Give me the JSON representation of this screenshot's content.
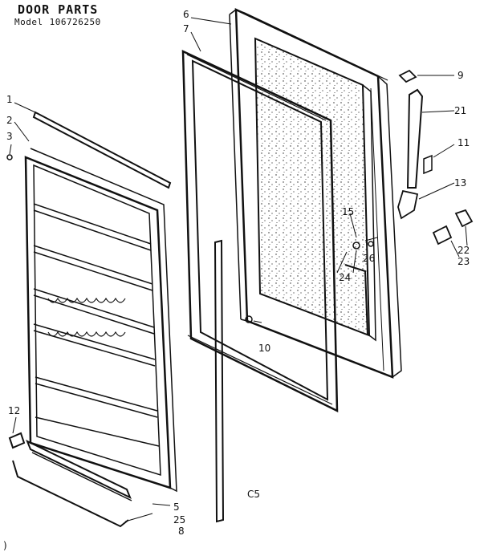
{
  "header": {
    "title": "DOOR PARTS",
    "model_label": "Model",
    "model_number": "106726250"
  },
  "callouts": {
    "c1": "1",
    "c2": "2",
    "c3": "3",
    "c5": "5",
    "c6": "6",
    "c7": "7",
    "c8": "8",
    "c9": "9",
    "c10": "10",
    "c11": "11",
    "c12": "12",
    "c13": "13",
    "c15": "15",
    "c21": "21",
    "c22": "22",
    "c23": "23",
    "c24": "24",
    "c25": "25",
    "c26": "26",
    "mark": "C5",
    "edge_mark": ")"
  }
}
